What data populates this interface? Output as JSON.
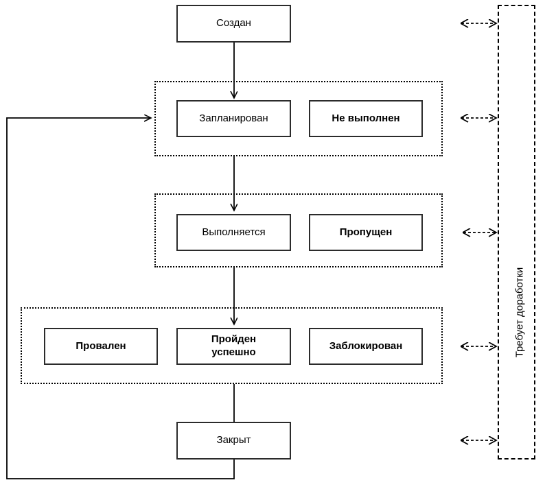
{
  "diagram": {
    "title_vertical": "Требует доработки",
    "nodes": {
      "created": "Создан",
      "planned": "Запланирован",
      "not_executed": "Не выполнен",
      "in_progress": "Выполняется",
      "skipped": "Пропущен",
      "failed": "Провален",
      "passed": "Пройден\nуспешно",
      "passed_line1": "Пройден",
      "passed_line2": "успешно",
      "blocked": "Заблокирован",
      "closed": "Закрыт"
    },
    "colors": {
      "stroke": "#000000",
      "node_border": "#2b2b2b",
      "background": "#ffffff",
      "text": "#000000"
    },
    "groups": [
      {
        "name": "planned-group",
        "members": [
          "Запланирован",
          "Не выполнен"
        ]
      },
      {
        "name": "in-progress-group",
        "members": [
          "Выполняется",
          "Пропущен"
        ]
      },
      {
        "name": "result-group",
        "members": [
          "Провален",
          "Пройден успешно",
          "Заблокирован"
        ]
      }
    ],
    "connections": [
      {
        "from": "Создан",
        "to": "Запланирован",
        "style": "solid-arrow"
      },
      {
        "from": "Запланирован",
        "to": "Выполняется",
        "style": "solid-arrow"
      },
      {
        "from": "Выполняется",
        "to": "Пройден успешно",
        "style": "solid-arrow"
      },
      {
        "from": "Пройден успешно",
        "to": "Закрыт",
        "style": "solid-arrow"
      },
      {
        "from": "Закрыт",
        "to": "Запланирован",
        "style": "solid-arrow-loop"
      },
      {
        "from": "planned-group",
        "to": "Требует доработки",
        "style": "dashed-double-arrow"
      },
      {
        "from": "in-progress-group",
        "to": "Требует доработки",
        "style": "dashed-double-arrow"
      },
      {
        "from": "result-group",
        "to": "Требует доработки",
        "style": "dashed-double-arrow"
      },
      {
        "from": "Создан",
        "to": "Требует доработки",
        "style": "dashed-double-arrow"
      },
      {
        "from": "Закрыт",
        "to": "Требует доработки",
        "style": "dashed-double-arrow"
      }
    ]
  }
}
